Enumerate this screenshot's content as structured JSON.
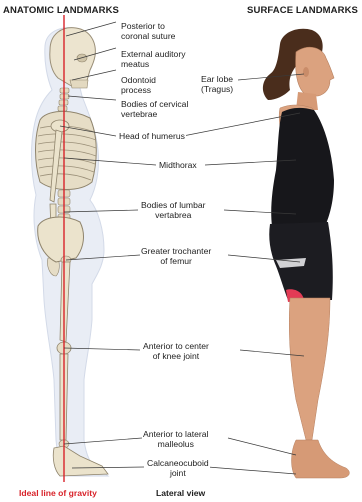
{
  "header": {
    "anatomic_title": "ANATOMIC LANDMARKS",
    "surface_title": "SURFACE LANDMARKS"
  },
  "labels": {
    "posterior_coronal_suture": [
      "Posterior to",
      "coronal suture"
    ],
    "external_auditory_meatus": [
      "External auditory",
      "meatus"
    ],
    "odontoid_process": [
      "Odontoid",
      "process"
    ],
    "bodies_cervical_vertebrae": [
      "Bodies of cervical",
      "vertebrae"
    ],
    "ear_lobe": [
      "Ear lobe",
      "(Tragus)"
    ],
    "head_of_humerus": "Head of humerus",
    "midthorax": "Midthorax",
    "bodies_lumbar_vertebrae": [
      "Bodies of lumbar",
      "vertabrea"
    ],
    "greater_trochanter": [
      "Greater trochanter",
      "of femur"
    ],
    "anterior_knee_joint": [
      "Anterior to center",
      "of knee joint"
    ],
    "anterior_lateral_malleolus": [
      "Anterior to lateral",
      "malleolus"
    ],
    "calcaneocuboid_joint": [
      "Calcaneocuboid",
      "joint"
    ]
  },
  "footer": {
    "gravity_label": "Ideal line of gravity",
    "view_label": "Lateral view"
  },
  "colors": {
    "gravity_line": "#d8232a",
    "label_text": "#222222",
    "bone": "#e8dfc8",
    "skin": "#dba27f",
    "garment": "#17171b",
    "garment_accent": "#e33b55"
  }
}
